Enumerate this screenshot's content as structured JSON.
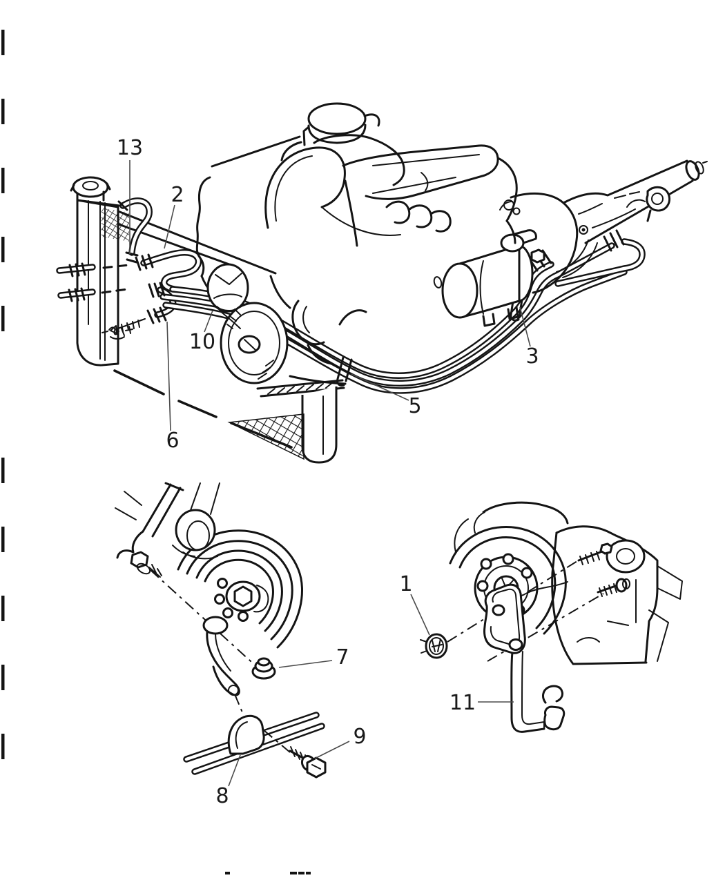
{
  "page": {
    "background_color": "#ffffff",
    "art_color": "#141414",
    "leader_color": "#4a4a4a"
  },
  "figure": {
    "kind": "exploded-parts-line-art-diagram",
    "views": {
      "main": "engine with radiator oil cooler, transmission and oil cooler tubes",
      "detail_left": "flywheel with support bracket, nut, tube clamp and screw",
      "detail_right": "crankshaft pulley with mounting bracket and grommet"
    },
    "callouts": [
      {
        "label": "13"
      },
      {
        "label": "2"
      },
      {
        "label": "3"
      },
      {
        "label": "5"
      },
      {
        "label": "6"
      },
      {
        "label": "10"
      },
      {
        "label": "7"
      },
      {
        "label": "8"
      },
      {
        "label": "9"
      },
      {
        "label": "1"
      },
      {
        "label": "11"
      }
    ]
  },
  "page_marks": {
    "left_edge_tick_count": 10,
    "bottom_edge_fragment_count": 4
  }
}
